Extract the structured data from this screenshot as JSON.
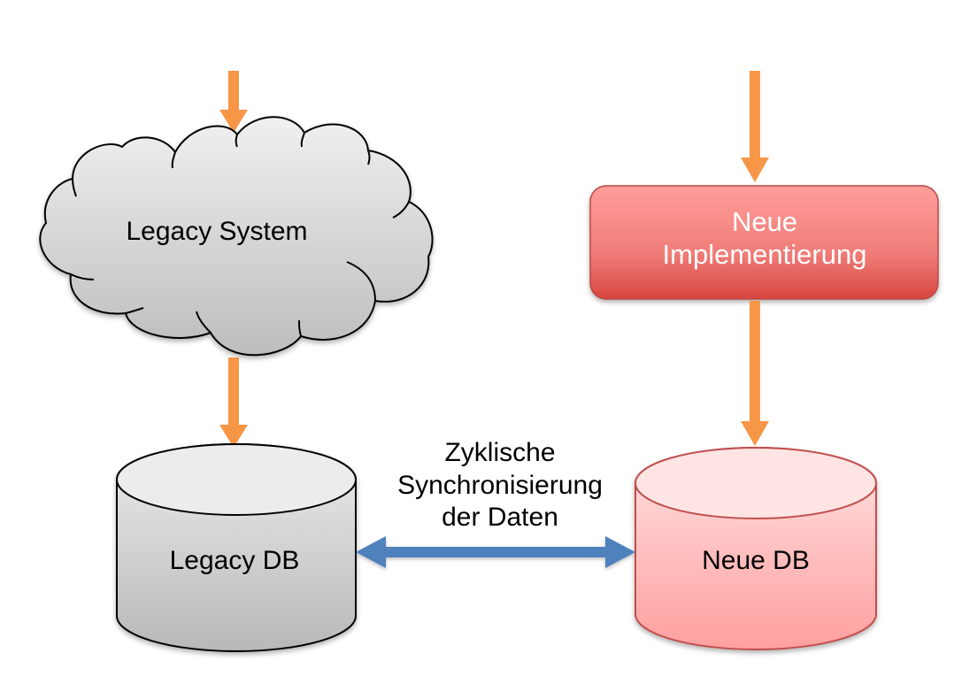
{
  "diagram": {
    "nodes": {
      "legacy_system": {
        "label": "Legacy System",
        "shape": "cloud",
        "fill": "#d9d9d9",
        "stroke": "#000000"
      },
      "neue_implementierung": {
        "label": "Neue Implementierung",
        "line1": "Neue",
        "line2": "Implementierung",
        "shape": "rounded-rect",
        "fill_top": "#ff9e9a",
        "fill_bottom": "#d9453f",
        "text_color": "#ffffff"
      },
      "legacy_db": {
        "label": "Legacy DB",
        "shape": "cylinder",
        "fill": "#d4d4d4",
        "stroke": "#000000"
      },
      "neue_db": {
        "label": "Neue DB",
        "shape": "cylinder",
        "fill": "#ffc4c4",
        "stroke": "#c0504d"
      }
    },
    "sync": {
      "line1": "Zyklische",
      "line2": "Synchronisierung",
      "line3": "der Daten",
      "arrow_color": "#4f81bd",
      "direction": "bidirectional"
    },
    "edges": [
      {
        "from": "input",
        "to": "legacy_system",
        "color": "#f79646"
      },
      {
        "from": "legacy_system",
        "to": "legacy_db",
        "color": "#f79646"
      },
      {
        "from": "input",
        "to": "neue_implementierung",
        "color": "#f79646"
      },
      {
        "from": "neue_implementierung",
        "to": "neue_db",
        "color": "#f79646"
      },
      {
        "from": "legacy_db",
        "to": "neue_db",
        "color": "#4f81bd",
        "label": "Zyklische Synchronisierung der Daten"
      }
    ],
    "divider": {
      "style": "dashed",
      "color": "#7f7f7f"
    }
  }
}
